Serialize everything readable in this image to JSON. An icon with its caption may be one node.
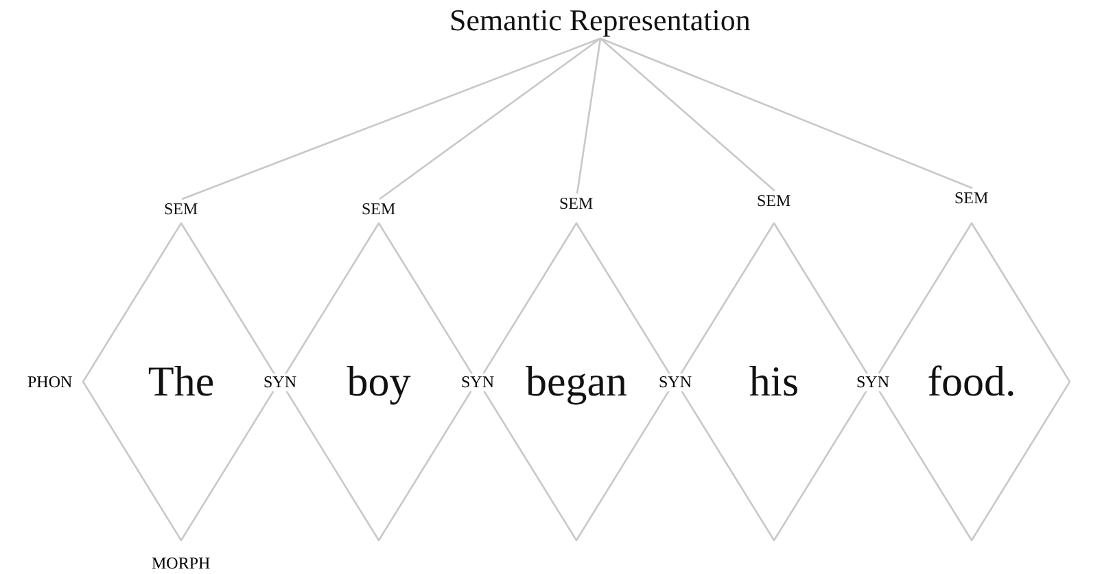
{
  "diagram": {
    "nodes": [
      {
        "text": [
          "Semantic Representation"
        ]
      },
      {
        "text": [
          "SEM"
        ]
      },
      {
        "text": [
          "SEM"
        ]
      },
      {
        "text": [
          "SEM"
        ]
      },
      {
        "text": [
          "SEM"
        ]
      },
      {
        "text": [
          "SEM"
        ]
      },
      {
        "text": [
          "The"
        ]
      },
      {
        "text": [
          "boy"
        ]
      },
      {
        "text": [
          "began"
        ]
      },
      {
        "text": [
          "his"
        ]
      },
      {
        "text": [
          "food."
        ]
      }
    ],
    "edges": [
      {
        "from": 0,
        "to": 1,
        "arrow": "none"
      },
      {
        "from": 0,
        "to": 2,
        "arrow": "none"
      },
      {
        "from": 0,
        "to": 3,
        "arrow": "none"
      },
      {
        "from": 0,
        "to": 4,
        "arrow": "none"
      },
      {
        "from": 0,
        "to": 5,
        "arrow": "none"
      }
    ],
    "labels": [
      "PHON",
      "SYN",
      "SYN",
      "SYN",
      "SYN",
      "MORPH"
    ]
  }
}
